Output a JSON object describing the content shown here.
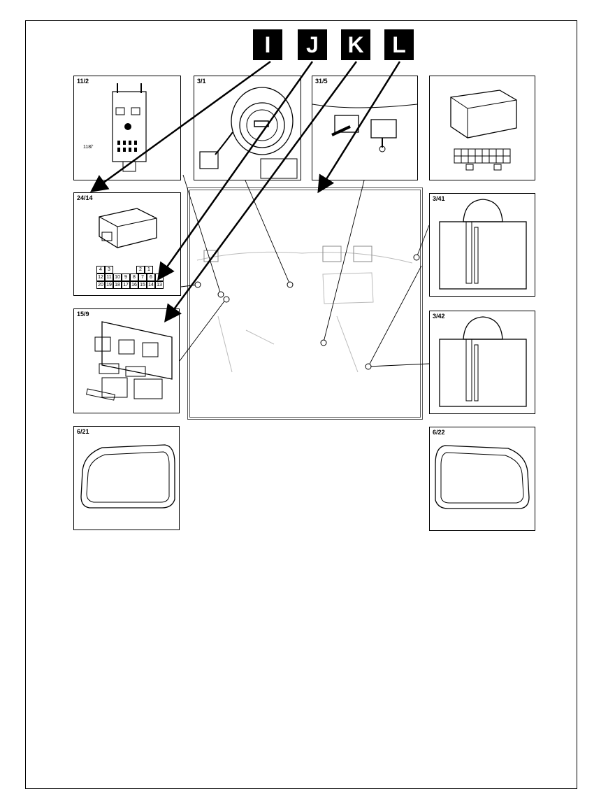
{
  "header": {
    "tiles": [
      "I",
      "J",
      "K",
      "L"
    ]
  },
  "panels": {
    "p11_2": {
      "label": "11/2",
      "callout": "118/'"
    },
    "p3_1": {
      "label": "3/1"
    },
    "p31_5": {
      "label": "31/5"
    },
    "p_conn": {
      "label": ""
    },
    "p24_14": {
      "label": "24/14",
      "pins_top": [
        "4",
        "3",
        "",
        "",
        "",
        "2",
        "1"
      ],
      "pins_mid": [
        "12",
        "11",
        "10",
        "9",
        "8",
        "7",
        "6",
        "5"
      ],
      "pins_bot": [
        "20",
        "19",
        "18",
        "17",
        "16",
        "15",
        "14",
        "13"
      ]
    },
    "p3_41": {
      "label": "3/41"
    },
    "p15_9": {
      "label": "15/9"
    },
    "p3_42": {
      "label": "3/42"
    },
    "p6_21": {
      "label": "6/21"
    },
    "p6_22": {
      "label": "6/22"
    }
  },
  "colors": {
    "ink": "#000000",
    "center_border": "#555555",
    "paper": "#ffffff"
  }
}
